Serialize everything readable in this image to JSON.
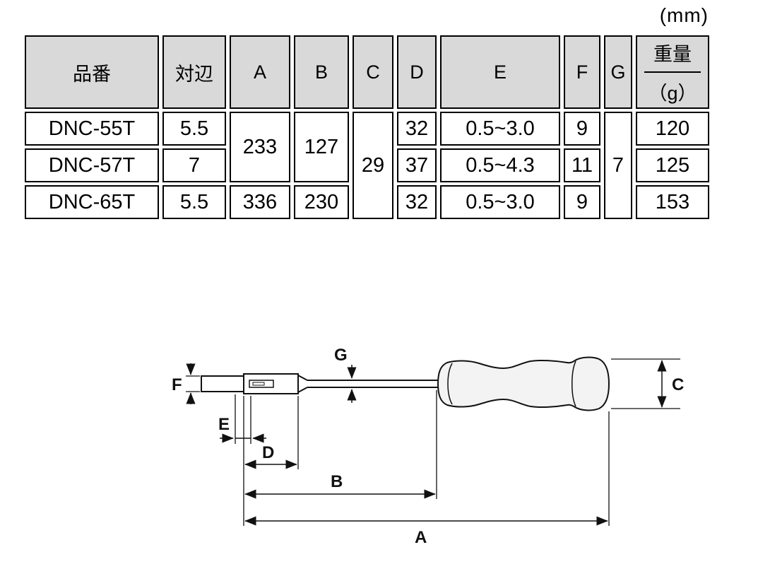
{
  "unit_label": "(mm)",
  "colors": {
    "header_bg": "#d9d9d9",
    "part_bg": "#ccffff",
    "handle_fill": "#f3f3f3"
  },
  "table": {
    "headers": {
      "part": "品番",
      "flats": "対辺",
      "A": "A",
      "B": "B",
      "C": "C",
      "D": "D",
      "E": "E",
      "F": "F",
      "G": "G",
      "weight_top": "重量",
      "weight_bottom": "（g）"
    },
    "rows": [
      {
        "part": "DNC-55T",
        "flats": "5.5",
        "D": "32",
        "E": "0.5~3.0",
        "F": "9",
        "weight": "120"
      },
      {
        "part": "DNC-57T",
        "flats": "7",
        "D": "37",
        "E": "0.5~4.3",
        "F": "11",
        "weight": "125"
      },
      {
        "part": "DNC-65T",
        "flats": "5.5",
        "A": "336",
        "B": "230",
        "D": "32",
        "E": "0.5~3.0",
        "F": "9",
        "weight": "153"
      }
    ],
    "merged": {
      "A_rows_1_2": "233",
      "B_rows_1_2": "127",
      "C_rows_1_3": "29",
      "G_rows_1_3": "7"
    }
  },
  "diagram": {
    "labels": {
      "A": "A",
      "B": "B",
      "C": "C",
      "D": "D",
      "E": "E",
      "F": "F",
      "G": "G"
    }
  }
}
